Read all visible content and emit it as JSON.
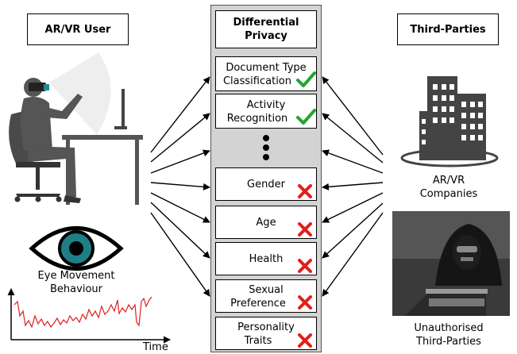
{
  "user_header": "AR/VR User",
  "third_parties_header": "Third-Parties",
  "center_header_line1": "Differential",
  "center_header_line2": "Privacy",
  "attributes": [
    {
      "line1": "Document Type",
      "line2": "Classification",
      "status": "protected"
    },
    {
      "line1": "Activity",
      "line2": "Recognition",
      "status": "protected"
    },
    {
      "line1": "Gender",
      "line2": "",
      "status": "leaked"
    },
    {
      "line1": "Age",
      "line2": "",
      "status": "leaked"
    },
    {
      "line1": "Health",
      "line2": "",
      "status": "leaked"
    },
    {
      "line1": "Sexual",
      "line2": "Preference",
      "status": "leaked"
    },
    {
      "line1": "Personality",
      "line2": "Traits",
      "status": "leaked"
    }
  ],
  "eye_caption_line1": "Eye Movement",
  "eye_caption_line2": "Behaviour",
  "time_label": "Time",
  "companies_line1": "AR/VR",
  "companies_line2": "Companies",
  "unauth_line1": "Unauthorised",
  "unauth_line2": "Third-Parties",
  "colors": {
    "check": "#22a52e",
    "cross": "#e0201b",
    "signal": "#e02020",
    "iris": "#1f7f86",
    "column": "#d3d3d3"
  }
}
